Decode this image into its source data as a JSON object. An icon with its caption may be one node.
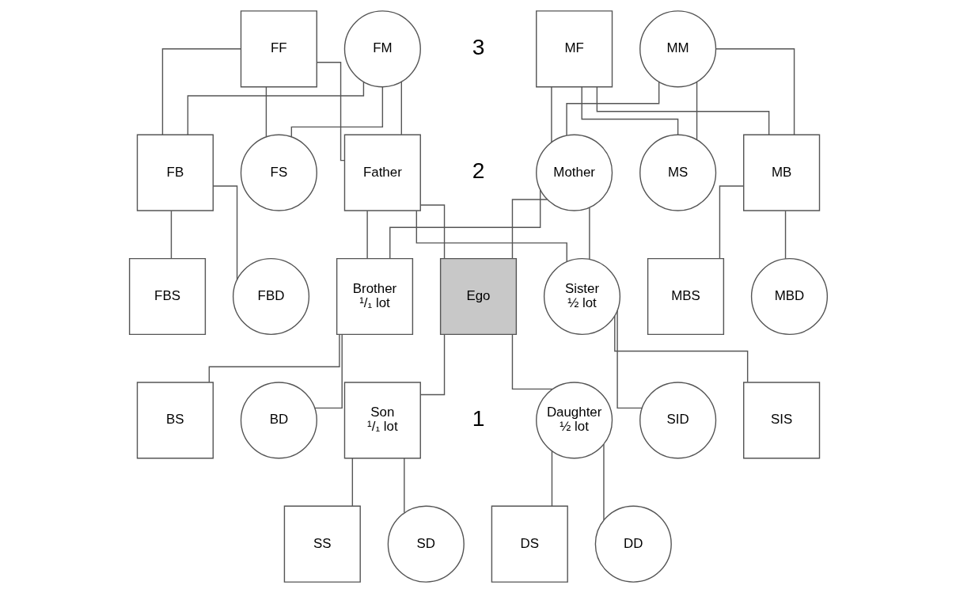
{
  "diagram": {
    "nodes": [
      {
        "text": [
          "FF"
        ]
      },
      {
        "text": [
          "FM"
        ]
      },
      {
        "text": [
          "MF"
        ]
      },
      {
        "text": [
          "MM"
        ]
      },
      {
        "text": [
          "FB"
        ]
      },
      {
        "text": [
          "FS"
        ]
      },
      {
        "text": [
          "Father"
        ]
      },
      {
        "text": [
          "Mother"
        ]
      },
      {
        "text": [
          "MS"
        ]
      },
      {
        "text": [
          "MB"
        ]
      },
      {
        "text": [
          "FBS"
        ]
      },
      {
        "text": [
          "FBD"
        ]
      },
      {
        "text": [
          "Brother",
          "¹/₁ lot"
        ]
      },
      {
        "text": [
          "Ego"
        ]
      },
      {
        "text": [
          "Sister",
          "½ lot"
        ]
      },
      {
        "text": [
          "MBS"
        ]
      },
      {
        "text": [
          "MBD"
        ]
      },
      {
        "text": [
          "BS"
        ]
      },
      {
        "text": [
          "BD"
        ]
      },
      {
        "text": [
          "Son",
          "¹/₁ lot"
        ]
      },
      {
        "text": [
          "Daughter",
          "½ lot"
        ]
      },
      {
        "text": [
          "SID"
        ]
      },
      {
        "text": [
          "SIS"
        ]
      },
      {
        "text": [
          "SS"
        ]
      },
      {
        "text": [
          "SD"
        ]
      },
      {
        "text": [
          "DS"
        ]
      },
      {
        "text": [
          "DD"
        ]
      }
    ],
    "edges": [
      {
        "from": 0,
        "to": 4,
        "arrow": "none"
      },
      {
        "from": 0,
        "to": 5,
        "arrow": "none"
      },
      {
        "from": 0,
        "to": 6,
        "arrow": "none"
      },
      {
        "from": 1,
        "to": 4,
        "arrow": "none"
      },
      {
        "from": 1,
        "to": 5,
        "arrow": "none"
      },
      {
        "from": 1,
        "to": 6,
        "arrow": "none"
      },
      {
        "from": 2,
        "to": 7,
        "arrow": "none"
      },
      {
        "from": 2,
        "to": 8,
        "arrow": "none"
      },
      {
        "from": 2,
        "to": 9,
        "arrow": "none"
      },
      {
        "from": 3,
        "to": 7,
        "arrow": "none"
      },
      {
        "from": 3,
        "to": 8,
        "arrow": "none"
      },
      {
        "from": 3,
        "to": 9,
        "arrow": "none"
      },
      {
        "from": 4,
        "to": 10,
        "arrow": "none"
      },
      {
        "from": 4,
        "to": 11,
        "arrow": "none"
      },
      {
        "from": 6,
        "to": 12,
        "arrow": "none"
      },
      {
        "from": 6,
        "to": 13,
        "arrow": "none"
      },
      {
        "from": 6,
        "to": 14,
        "arrow": "none"
      },
      {
        "from": 7,
        "to": 12,
        "arrow": "none"
      },
      {
        "from": 7,
        "to": 13,
        "arrow": "none"
      },
      {
        "from": 7,
        "to": 14,
        "arrow": "none"
      },
      {
        "from": 9,
        "to": 15,
        "arrow": "none"
      },
      {
        "from": 9,
        "to": 16,
        "arrow": "none"
      },
      {
        "from": 12,
        "to": 17,
        "arrow": "none"
      },
      {
        "from": 12,
        "to": 18,
        "arrow": "none"
      },
      {
        "from": 13,
        "to": 19,
        "arrow": "none"
      },
      {
        "from": 13,
        "to": 20,
        "arrow": "none"
      },
      {
        "from": 14,
        "to": 21,
        "arrow": "none"
      },
      {
        "from": 14,
        "to": 22,
        "arrow": "none"
      },
      {
        "from": 19,
        "to": 23,
        "arrow": "none"
      },
      {
        "from": 19,
        "to": 24,
        "arrow": "none"
      },
      {
        "from": 20,
        "to": 25,
        "arrow": "none"
      },
      {
        "from": 20,
        "to": 26,
        "arrow": "none"
      }
    ],
    "labels": [
      "3",
      "2",
      "1"
    ]
  }
}
